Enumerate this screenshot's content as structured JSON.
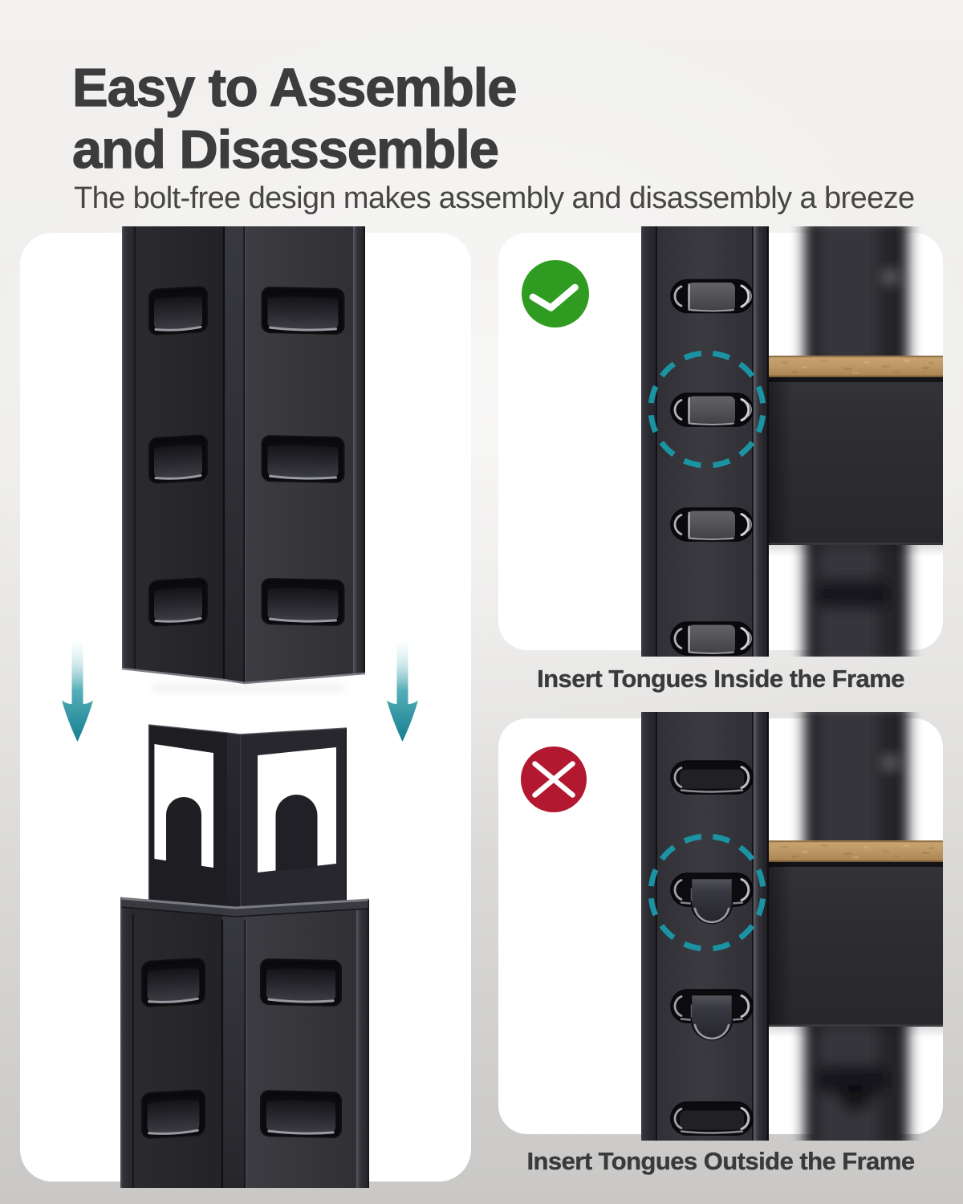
{
  "header": {
    "title_line1": "Easy to Assemble",
    "title_line2": "and Disassemble",
    "subtitle": "The bolt-free design makes assembly and disassembly a breeze"
  },
  "panels": {
    "assembly_demo": {
      "description": "two shelf posts joined by a bolt-free corner connector",
      "icons": [
        "arrow-down-icon",
        "arrow-down-icon"
      ]
    },
    "correct_method": {
      "badge_icon": "check-icon",
      "caption": "Insert Tongues Inside the Frame"
    },
    "incorrect_method": {
      "badge_icon": "cross-icon",
      "caption": "Insert Tongues Outside the Frame"
    }
  },
  "colors": {
    "background_top": "#f2f1ef",
    "background_bottom": "#cbcac8",
    "card": "#ffffff",
    "title_text": "#3c3c3e",
    "caption_text": "#3a3a3c",
    "accent_teal": "#1b93a3",
    "correct_green": "#2f9c21",
    "incorrect_red": "#b2182f",
    "shelf_wood": "#c49d67",
    "steel_dark": "#2b2b2f"
  }
}
